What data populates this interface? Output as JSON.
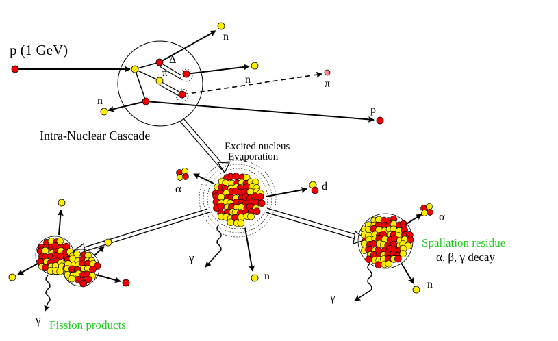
{
  "labels": {
    "proton": "p (1 GeV)",
    "n": "n",
    "p": "p",
    "pi": "π",
    "delta": "Δ",
    "intra_nuclear_cascade": "Intra-Nuclear Cascade",
    "excited_nucleus": "Excited nucleus",
    "evaporation": "Evaporation",
    "alpha": "α",
    "d": "d",
    "gamma": "γ",
    "spallation_residue": "Spallation residue",
    "decay": "α, β, γ  decay",
    "fission_products": "Fission products"
  },
  "colors": {
    "proton": "#ee0000",
    "neutron": "#ffee00",
    "pion": "#ff8888",
    "label_green": "#22cc22",
    "outline": "#000000"
  }
}
